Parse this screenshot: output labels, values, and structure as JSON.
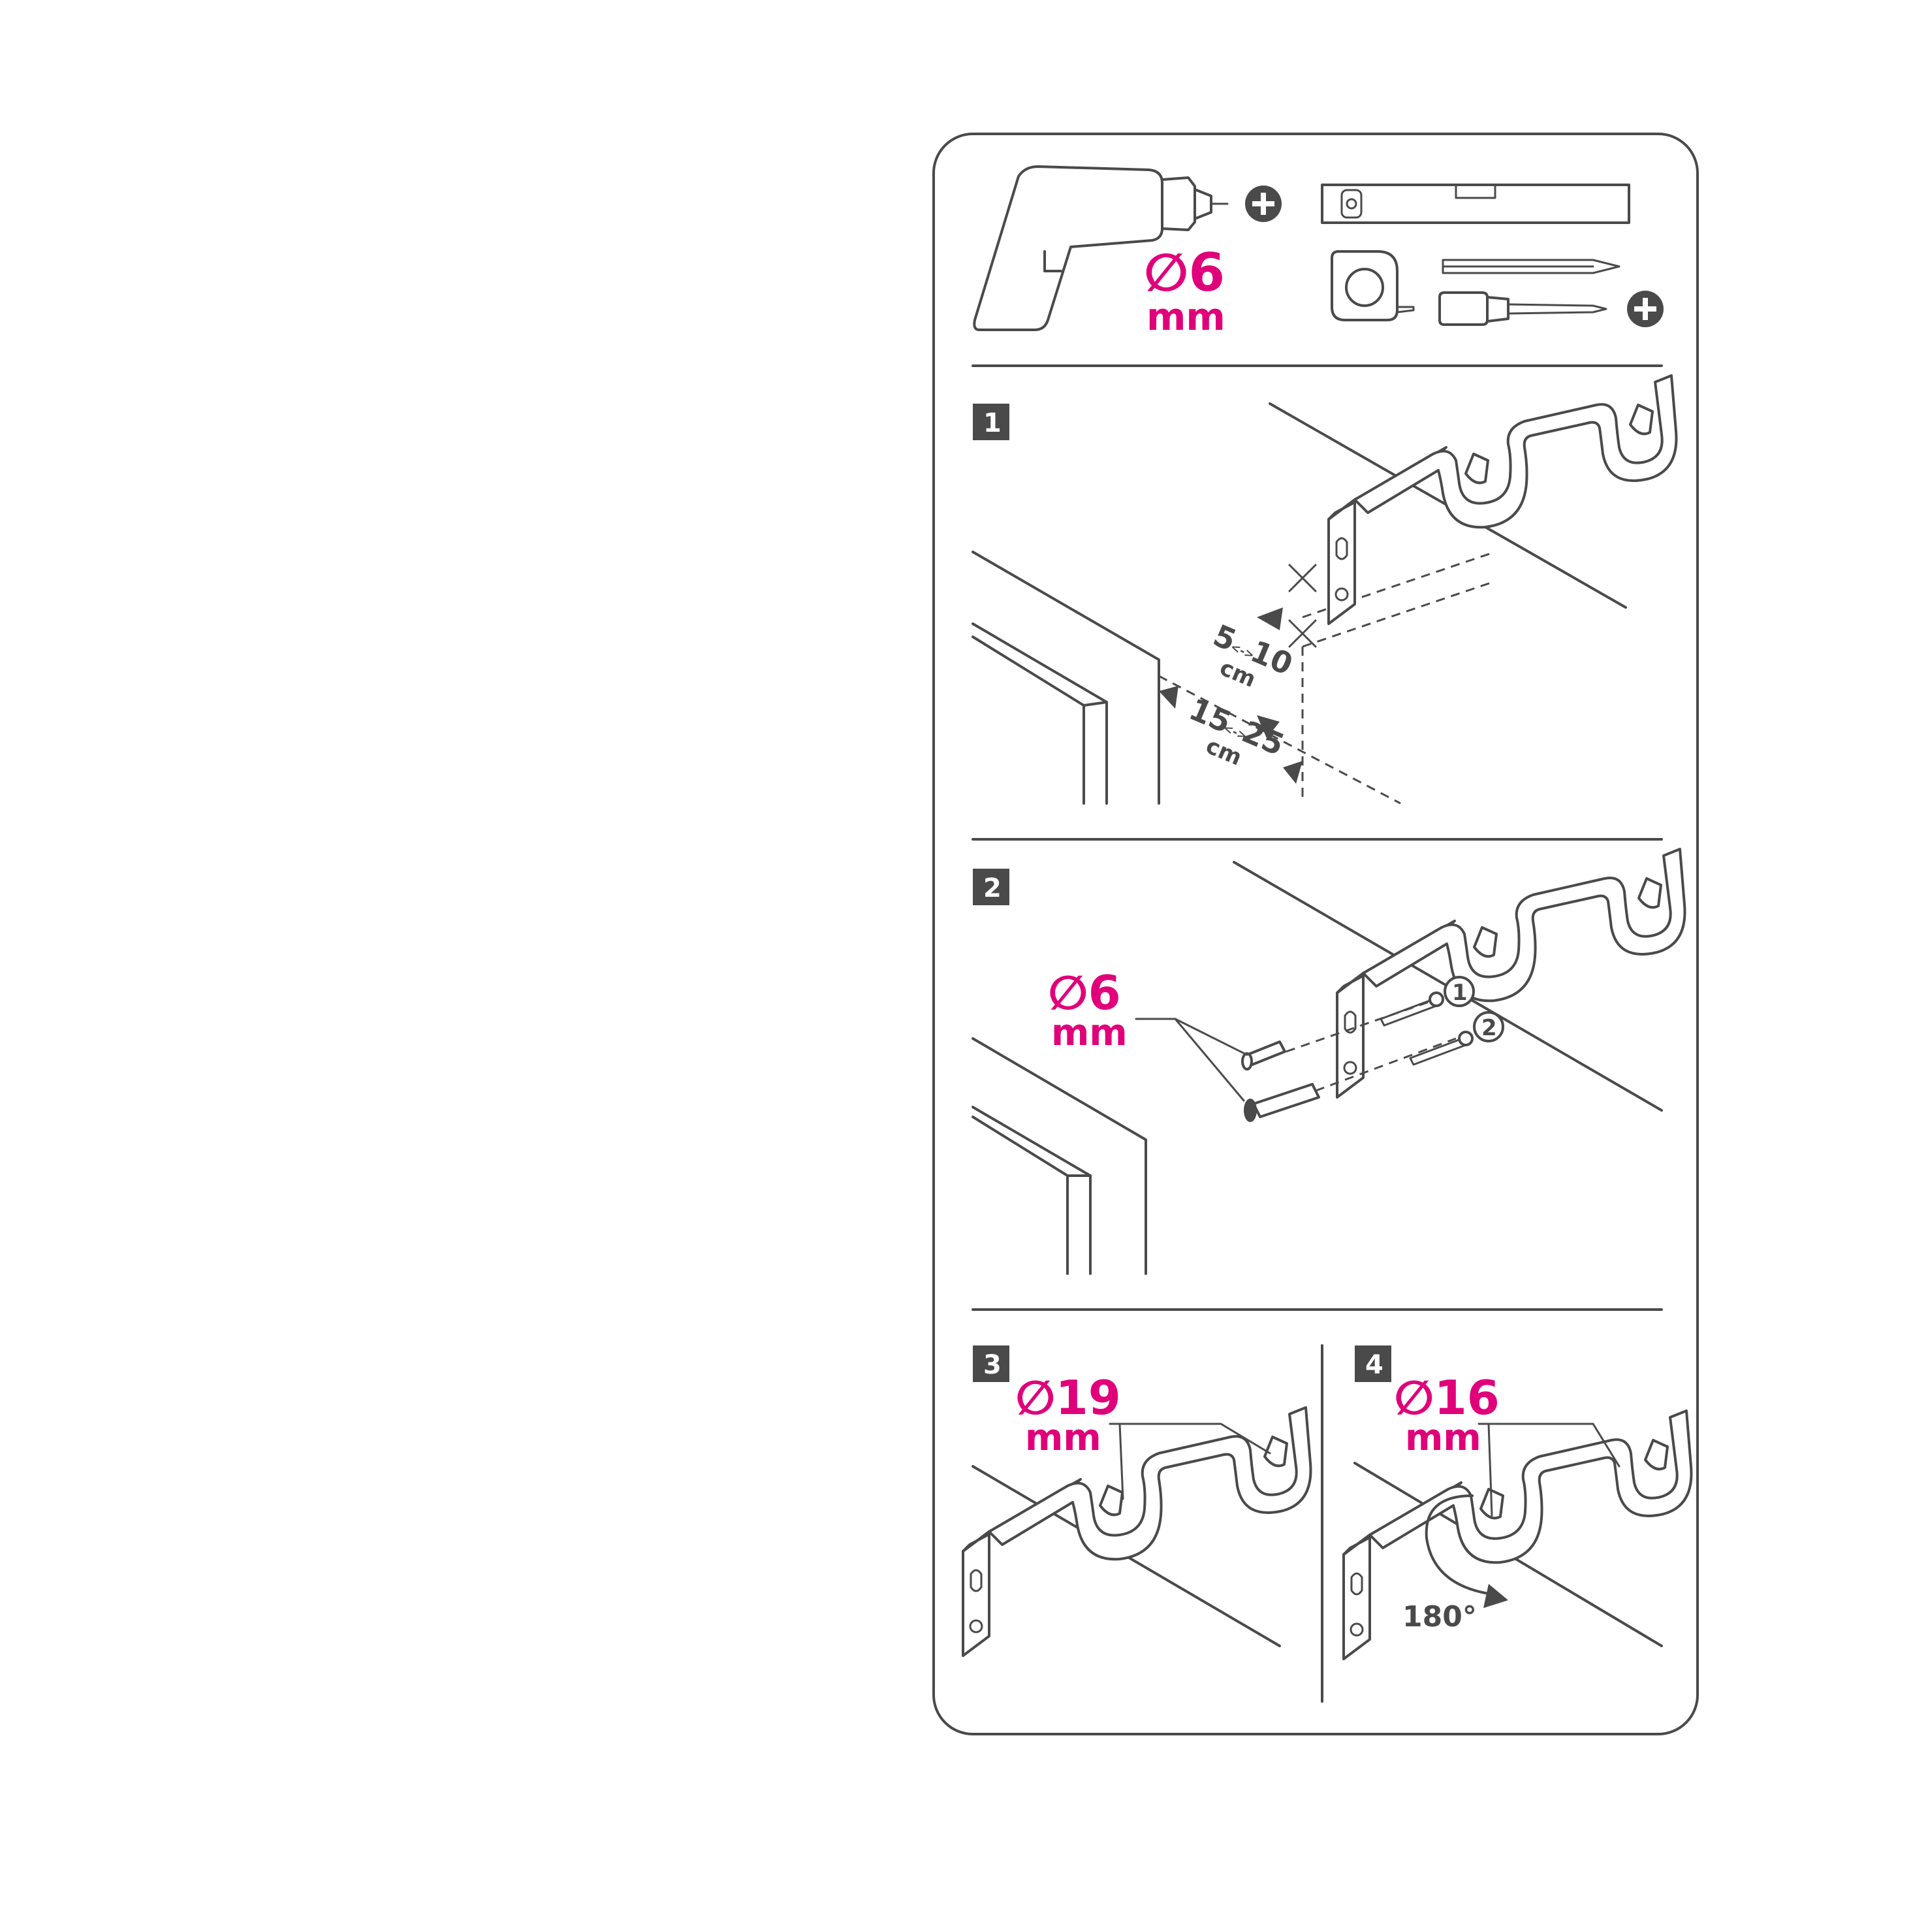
{
  "colors": {
    "line": "#4a4a4a",
    "accent": "#e0007a",
    "background": "#ffffff"
  },
  "tools": {
    "icons": [
      "drill-icon",
      "plus-icon",
      "spirit-level-icon",
      "tape-measure-icon",
      "pencil-icon",
      "screwdriver-icon",
      "plus-icon"
    ],
    "drill_diameter": "∅6",
    "drill_unit": "mm"
  },
  "steps": [
    {
      "number": "1",
      "dim_small_a": "5",
      "dim_small_b": "10",
      "dim_small_unit": "cm",
      "dim_large_a": "15",
      "dim_large_b": "25",
      "dim_large_unit": "cm",
      "dim_arrow": "<->"
    },
    {
      "number": "2",
      "diameter": "∅6",
      "unit": "mm",
      "callout_1": "1",
      "callout_2": "2"
    },
    {
      "number": "3",
      "diameter": "∅19",
      "unit": "mm"
    },
    {
      "number": "4",
      "diameter": "∅16",
      "unit": "mm",
      "rotation": "180°"
    }
  ]
}
